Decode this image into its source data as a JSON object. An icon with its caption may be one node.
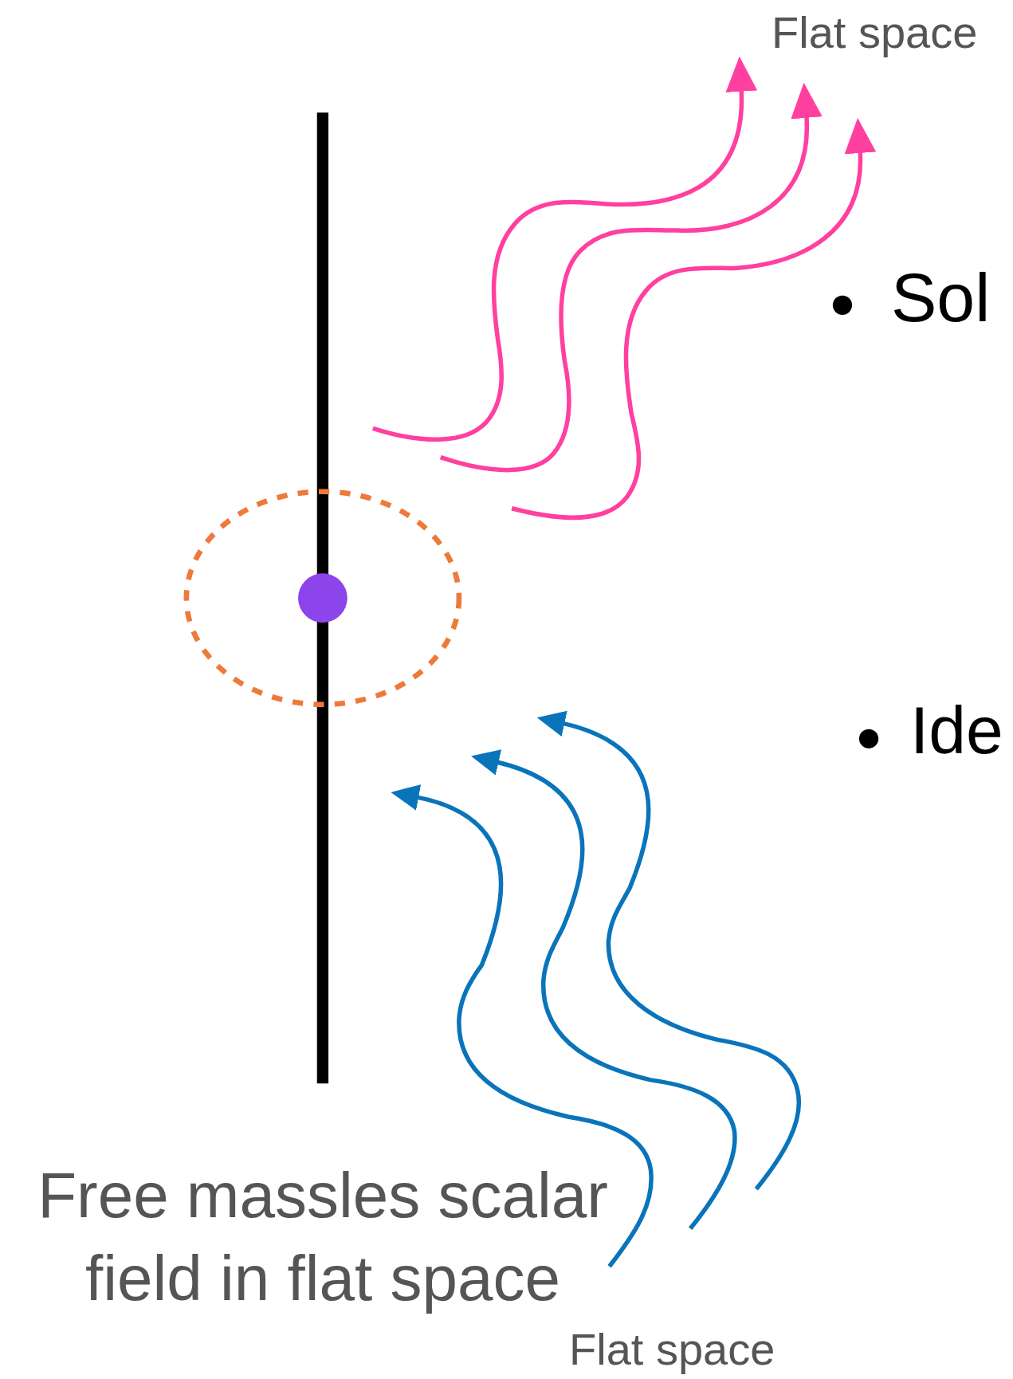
{
  "diagram": {
    "labels": [
      "Flat space",
      "Sol",
      "Ide",
      "Free massles scalar field in flat space",
      "Flat space"
    ]
  }
}
